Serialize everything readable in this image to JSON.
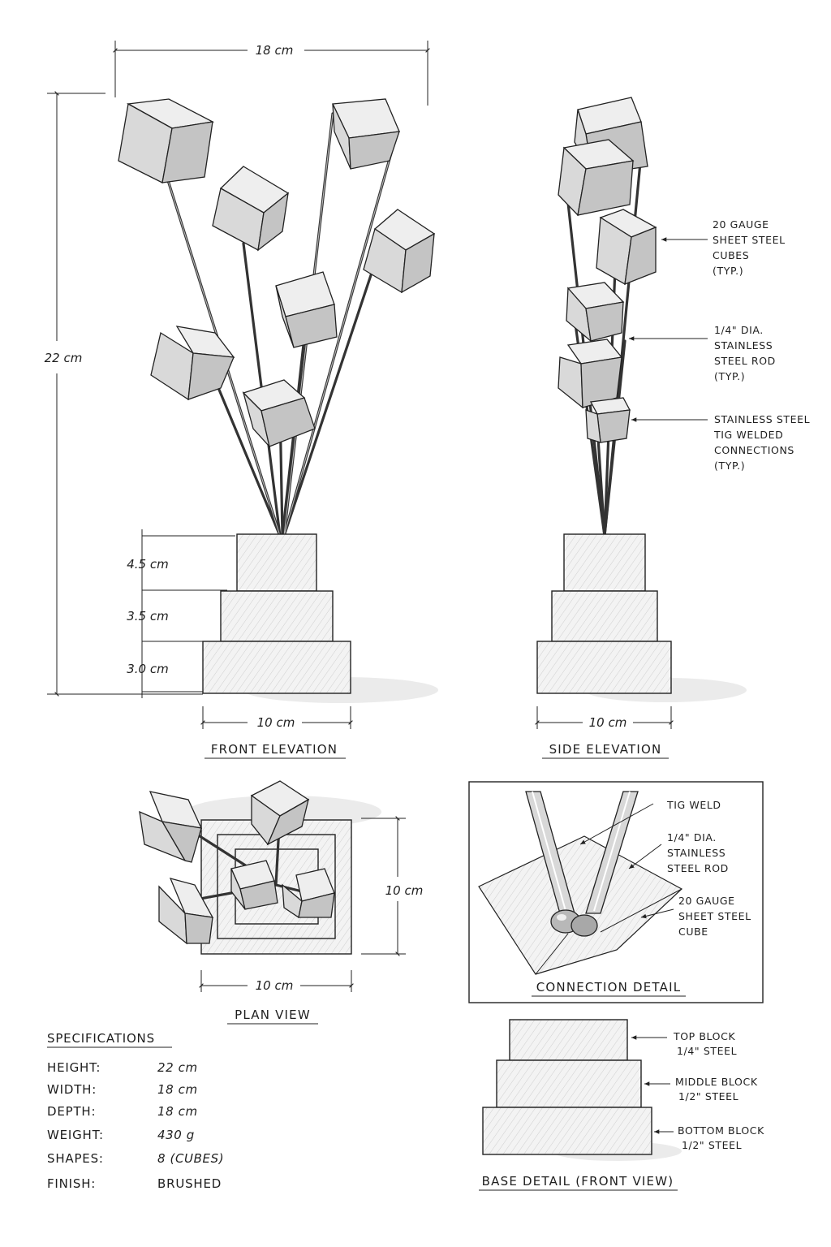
{
  "front_elevation": {
    "title": "FRONT ELEVATION",
    "width_dim": "18 cm",
    "height_dim": "22 cm",
    "tier_top": "4.5 cm",
    "tier_mid": "3.5 cm",
    "tier_bottom": "3.0 cm",
    "base_width": "10 cm"
  },
  "side_elevation": {
    "title": "SIDE ELEVATION",
    "base_width": "10 cm",
    "note_cubes": [
      "20 GAUGE",
      "SHEET STEEL",
      "CUBES",
      "(TYP.)"
    ],
    "note_rod": [
      "1/4\" DIA.",
      "STAINLESS",
      "STEEL ROD",
      "(TYP.)"
    ],
    "note_weld": [
      "STAINLESS STEEL",
      "TIG WELDED",
      "CONNECTIONS",
      "(TYP.)"
    ]
  },
  "plan_view": {
    "title": "PLAN VIEW",
    "depth_dim": "10 cm",
    "width_dim": "10 cm"
  },
  "connection_detail": {
    "title": "CONNECTION DETAIL",
    "note_weld": [
      "TIG WELD"
    ],
    "note_rod": [
      "1/4\" DIA.",
      "STAINLESS",
      "STEEL ROD"
    ],
    "note_cube": [
      "20 GAUGE",
      "SHEET STEEL",
      "CUBE"
    ]
  },
  "base_detail": {
    "title": "BASE DETAIL (FRONT VIEW)",
    "note_top": [
      "TOP BLOCK",
      "1/4\" STEEL"
    ],
    "note_mid": [
      "MIDDLE BLOCK",
      "1/2\" STEEL"
    ],
    "note_bottom": [
      "BOTTOM BLOCK",
      "1/2\" STEEL"
    ]
  },
  "specifications": {
    "title": "SPECIFICATIONS",
    "rows": [
      {
        "label": "HEIGHT:",
        "value": "22 cm"
      },
      {
        "label": "WIDTH:",
        "value": "18 cm"
      },
      {
        "label": "DEPTH:",
        "value": "18 cm"
      },
      {
        "label": "WEIGHT:",
        "value": "430 g"
      },
      {
        "label": "SHAPES:",
        "value": "8 (CUBES)"
      },
      {
        "label": "FINISH:",
        "value": "BRUSHED"
      }
    ]
  }
}
